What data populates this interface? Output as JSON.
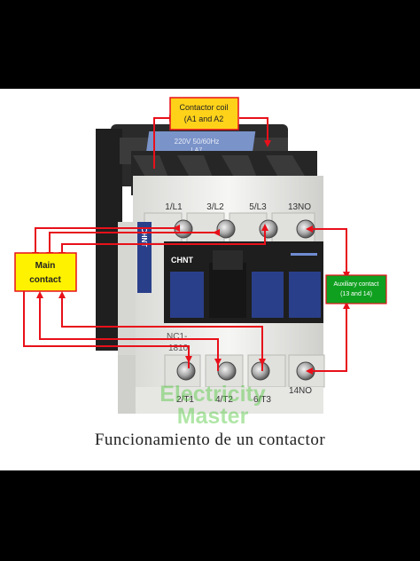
{
  "diagram": {
    "caption": "Funcionamiento de un contactor",
    "watermark_line1": "Electricity",
    "watermark_line2": "Master"
  },
  "labels": {
    "coil": [
      "Contactor coil",
      "(A1 and A2"
    ],
    "main": [
      "Main",
      "contact"
    ],
    "aux": [
      "Auxiliary contact",
      "(13 and 14)"
    ]
  },
  "terminals": {
    "top": [
      "1/L1",
      "3/L2",
      "5/L3",
      "13NO"
    ],
    "bottom": [
      "2/T1",
      "4/T2",
      "6/T3",
      "14NO"
    ]
  },
  "device": {
    "brand": "CHNT",
    "side_brand": "CHNT",
    "rating": "220V 50/60Hz",
    "rating2": "LA7",
    "model": "NC1-",
    "model2": "1810"
  },
  "colors": {
    "wire": "#e8101a",
    "coil_box": "#ffd21a",
    "main_box": "#fff200",
    "aux_box": "#10a020",
    "body": "#f1f1ef",
    "dark": "#2b2b2b",
    "blue": "#2a3f8a"
  }
}
